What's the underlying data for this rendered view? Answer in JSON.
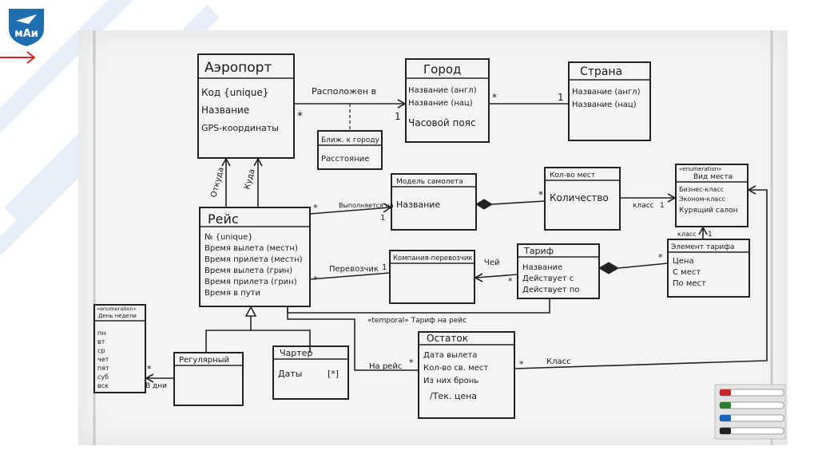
{
  "slide": {
    "logo_text": "мАи",
    "colors": {
      "accent_blue": "#1f6fb0",
      "arrow_red": "#d62828",
      "stripe": "#e8eef6",
      "board": "#f3f4f4"
    }
  },
  "diagram": {
    "airport": {
      "title": "Аэропорт",
      "attrs": [
        "Код {unique}",
        "Название",
        "GPS-координаты"
      ]
    },
    "city": {
      "title": "Город",
      "attrs": [
        "Название (англ)",
        "Название (нац)",
        "Часовой пояс"
      ]
    },
    "country": {
      "title": "Страна",
      "attrs": [
        "Название (англ)",
        "Название (нац)"
      ]
    },
    "near_city": {
      "title": "Ближ. к городу",
      "attrs": [
        "Расстояние"
      ]
    },
    "plane_model": {
      "title": "Модель самолета",
      "attrs": [
        "Название"
      ]
    },
    "seat_count": {
      "title": "Кол-во мест",
      "attrs": [
        "Количество"
      ]
    },
    "seat_type": {
      "stereotype": "«enumeration»",
      "title": "Вид места",
      "attrs": [
        "Бизнес-класс",
        "Эконом-класс",
        "Курящий салон"
      ]
    },
    "flight": {
      "title": "Рейс",
      "attrs": [
        "№ {unique}",
        "Время вылета (местн)",
        "Время прилета (местн)",
        "Время вылета (грин)",
        "Время прилета (грин)",
        "Время в пути"
      ]
    },
    "carrier": {
      "title": "Компания-перевозчик",
      "attrs": []
    },
    "tariff": {
      "title": "Тариф",
      "attrs": [
        "Название",
        "Действует с",
        "Действует по"
      ]
    },
    "tariff_element": {
      "title": "Элемент тарифа",
      "attrs": [
        "Цена",
        "С мест",
        "По мест"
      ]
    },
    "weekday": {
      "stereotype": "«enumeration»",
      "title": "День недели",
      "attrs": [
        "пн",
        "вт",
        "ср",
        "чет",
        "пят",
        "суб",
        "вск"
      ]
    },
    "regular": {
      "title": "Регулярный",
      "attrs": []
    },
    "charter": {
      "title": "Чартер",
      "attrs": [
        "Даты",
        "[*]"
      ]
    },
    "remainder": {
      "title": "Остаток",
      "attrs": [
        "Дата вылета",
        "Кол-во св. мест",
        "Из них бронь",
        "/Тек. цена"
      ]
    },
    "labels": {
      "located_in": "Расположен в",
      "from": "Откуда",
      "to": "Куда",
      "performed_by": "Выполняется на",
      "carrier_assoc": "Перевозчик",
      "whose": "Чей",
      "temporal": "«temporal» Тариф на рейс",
      "for_flight": "На рейс",
      "klass": "Класс",
      "klass2": "класс",
      "klass3": "класс",
      "in_days": "В дни"
    },
    "mult": {
      "star": "*",
      "one": "1"
    }
  }
}
